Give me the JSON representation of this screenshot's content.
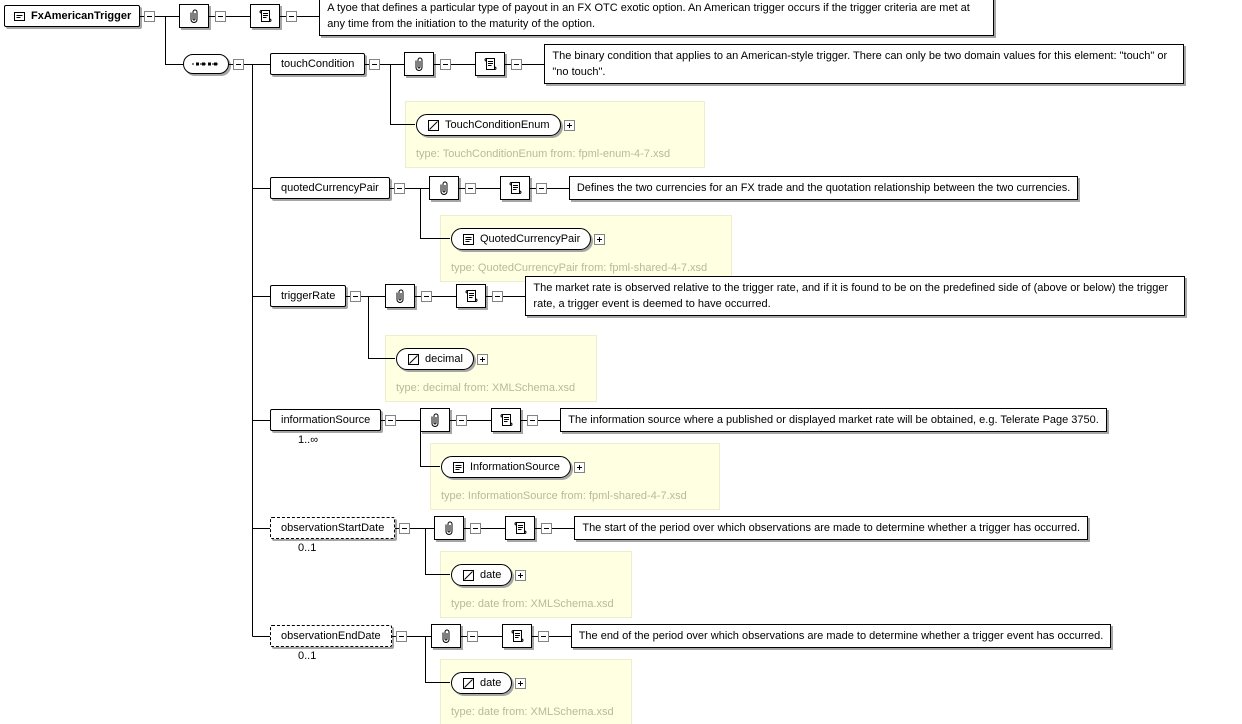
{
  "diagram": {
    "root": {
      "label": "FxAmericanTrigger",
      "annotation": "A tyoe that defines a particular type of payout in an FX OTC exotic option. An American trigger occurs if the trigger criteria are met at any time from the initiation to the maturity of the option."
    },
    "compositor": "sequence",
    "children": [
      {
        "label": "touchCondition",
        "annotation": "The binary condition that applies to an American-style trigger. There can only be two domain values for this element: \"touch\" or \"no touch\".",
        "type": {
          "name": "TouchConditionEnum",
          "kind": "simple",
          "note": "type: TouchConditionEnum from: fpml-enum-4-7.xsd"
        }
      },
      {
        "label": "quotedCurrencyPair",
        "annotation": "Defines the two currencies for an FX trade and the quotation relationship between the two currencies.",
        "type": {
          "name": "QuotedCurrencyPair",
          "kind": "complex",
          "note": "type: QuotedCurrencyPair from: fpml-shared-4-7.xsd"
        }
      },
      {
        "label": "triggerRate",
        "annotation": "The market rate is observed relative to the trigger rate, and if it is found to be on the predefined side of (above or below) the trigger rate, a trigger event is deemed to have occurred.",
        "type": {
          "name": "decimal",
          "kind": "simple",
          "note": "type: decimal from: XMLSchema.xsd"
        }
      },
      {
        "label": "informationSource",
        "cardinality": "1..∞",
        "annotation": "The information source where a published or displayed market rate will be obtained, e.g. Telerate Page 3750.",
        "type": {
          "name": "InformationSource",
          "kind": "complex",
          "note": "type: InformationSource from: fpml-shared-4-7.xsd"
        }
      },
      {
        "label": "observationStartDate",
        "cardinality": "0..1",
        "annotation": "The start of the period over which observations are made to determine whether a trigger has occurred.",
        "type": {
          "name": "date",
          "kind": "simple",
          "note": "type: date from: XMLSchema.xsd"
        }
      },
      {
        "label": "observationEndDate",
        "cardinality": "0..1",
        "annotation": "The end of the period over which observations are made to determine whether a trigger event has occurred.",
        "type": {
          "name": "date",
          "kind": "simple",
          "note": "type: date from: XMLSchema.xsd"
        }
      }
    ]
  }
}
